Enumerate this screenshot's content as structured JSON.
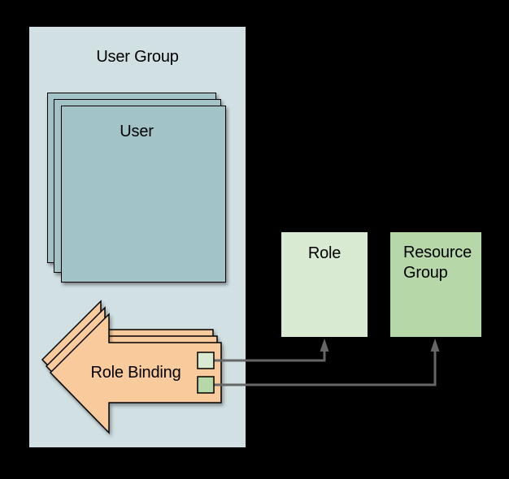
{
  "labels": {
    "user_group": "User Group",
    "user": "User",
    "role_binding": "Role Binding",
    "role": "Role",
    "resource_group": "Resource Group"
  },
  "colors": {
    "background": "#000000",
    "user-group-fill": "#d0e0e3",
    "user-fill": "#a2c4c9",
    "role-binding-fill": "#f9cb9c",
    "role-fill": "#d9ead3",
    "resource-group-fill": "#b6d7a8",
    "connector": "#666666",
    "outline": "#000000"
  },
  "diagram": {
    "user_stack_count": 3,
    "role_binding_stack_count": 3,
    "connectors": [
      {
        "from": "role-binding-role-port",
        "to": "role"
      },
      {
        "from": "role-binding-resource-group-port",
        "to": "resource-group"
      }
    ]
  }
}
